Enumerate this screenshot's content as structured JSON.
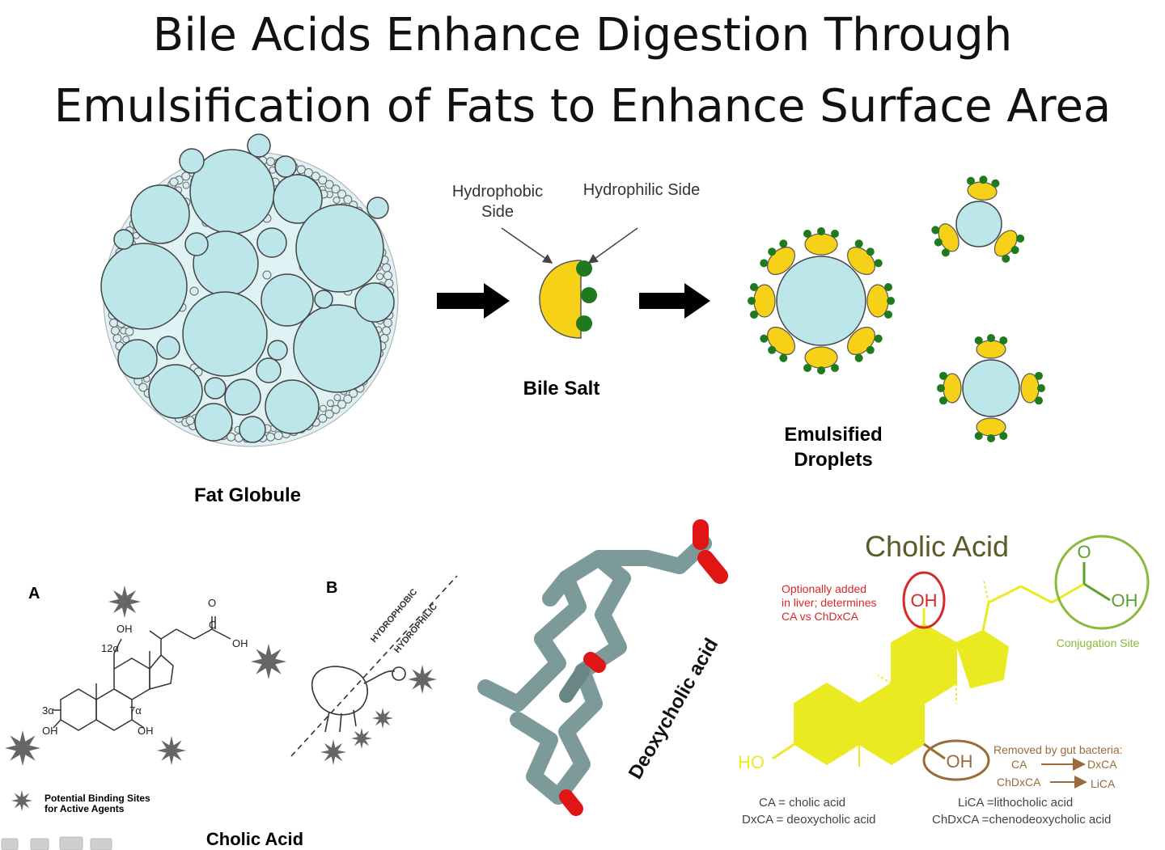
{
  "title": {
    "line1": "Bile Acids Enhance Digestion Through",
    "line2": "Emulsification of Fats to Enhance Surface Area"
  },
  "top_diagram": {
    "fat_globule_label": "Fat Globule",
    "hydrophobic_label_1": "Hydrophobic",
    "hydrophobic_label_2": "Side",
    "hydrophilic_label": "Hydrophilic Side",
    "bile_salt_label": "Bile Salt",
    "emulsified_label_1": "Emulsified",
    "emulsified_label_2": "Droplets"
  },
  "panel_a": {
    "letter": "A",
    "legend_line1": "Potential Binding Sites",
    "legend_line2": "for Active Agents",
    "caption": "Cholic Acid",
    "oh": "OH",
    "o": "O",
    "c": "C",
    "pos3": "3α",
    "pos7": "7α",
    "pos12": "12α"
  },
  "panel_b": {
    "letter": "B",
    "hydrophobic": "HYDROPHOBIC",
    "hydrophilic": "HYDROPHILIC"
  },
  "panel_3d": {
    "label": "Deoxycholic acid"
  },
  "panel_cholic": {
    "title": "Cholic Acid",
    "note_line1": "Optionally added",
    "note_line2": "in liver; determines",
    "note_line3": "CA vs ChDxCA",
    "oh": "OH",
    "o": "O",
    "ho": "HO",
    "conjugation": "Conjugation Site",
    "removed": "Removed by gut bacteria:",
    "ca": "CA",
    "dxca": "DxCA",
    "chdxca": "ChDxCA",
    "lica": "LiCA",
    "legend1": "CA = cholic acid",
    "legend2": "DxCA = deoxycholic acid",
    "legend3": "LiCA =lithocholic acid",
    "legend4": "ChDxCA =chenodeoxycholic acid"
  },
  "colors": {
    "fat": "#bde6ea",
    "bile_yellow": "#f7d117",
    "bile_green": "#1f7a1f",
    "steroid_yellow": "#eaea20",
    "red": "#d62828",
    "green_circle": "#88bb3a",
    "brown": "#9c6b3a",
    "stick_gray": "#7d9a9a"
  }
}
